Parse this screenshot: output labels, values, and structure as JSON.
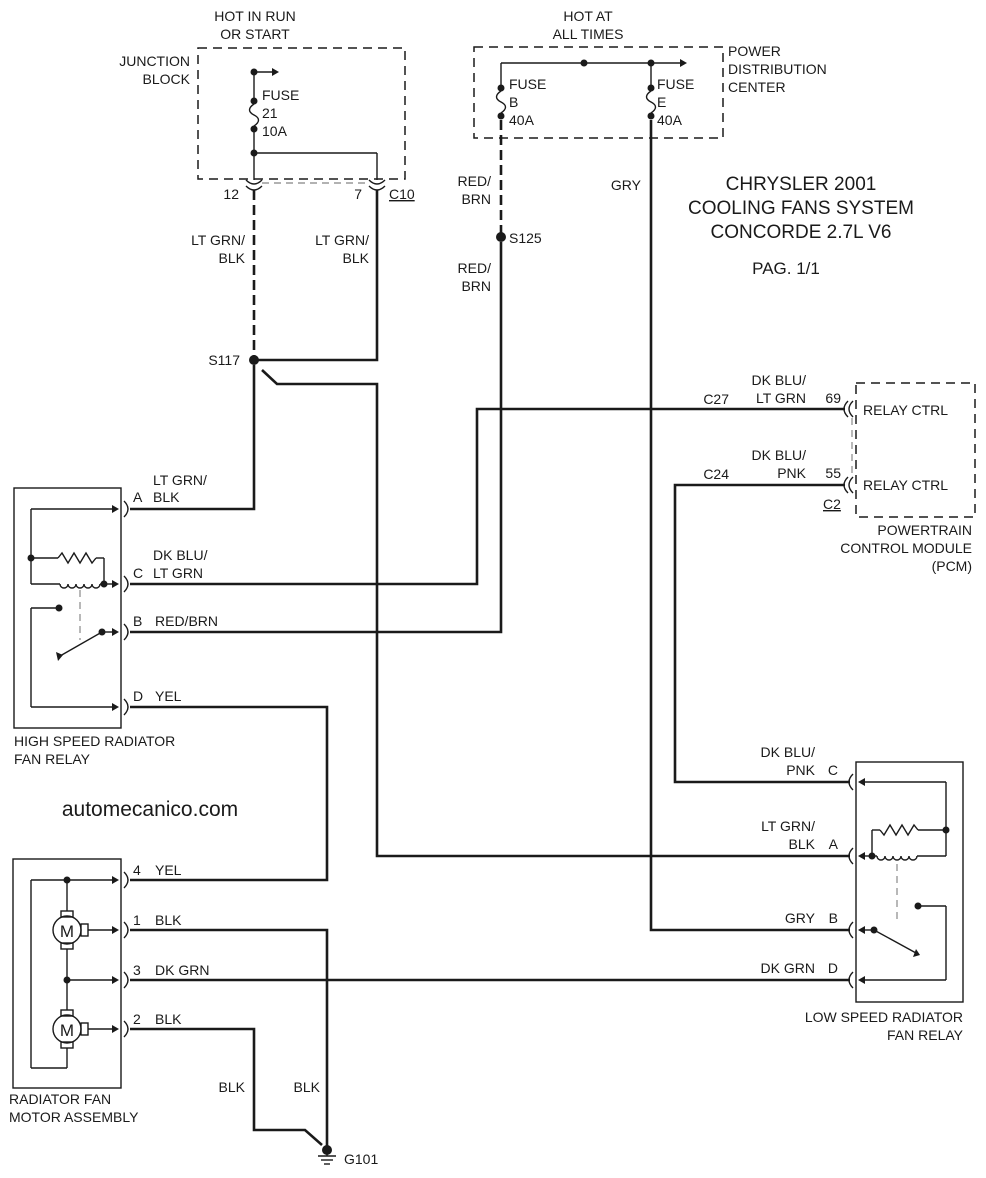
{
  "title": {
    "line1": "CHRYSLER 2001",
    "line2": "COOLING FANS SYSTEM",
    "line3": "CONCORDE 2.7L V6",
    "page": "PAG. 1/1"
  },
  "website": "automecanico.com",
  "junction_block": {
    "label_line1": "JUNCTION",
    "label_line2": "BLOCK",
    "power_line1": "HOT IN RUN",
    "power_line2": "OR START",
    "fuse_line1": "FUSE",
    "fuse_line2": "21",
    "fuse_line3": "10A",
    "pin_left": "12",
    "pin_right": "7",
    "connector": "C10"
  },
  "pdc": {
    "label_line1": "POWER",
    "label_line2": "DISTRIBUTION",
    "label_line3": "CENTER",
    "power_line1": "HOT AT",
    "power_line2": "ALL TIMES",
    "fuse_b_line1": "FUSE",
    "fuse_b_line2": "B",
    "fuse_b_line3": "40A",
    "fuse_e_line1": "FUSE",
    "fuse_e_line2": "E",
    "fuse_e_line3": "40A"
  },
  "wires": {
    "ltgrn_blk_left_1": "LT GRN/",
    "ltgrn_blk_left_2": "BLK",
    "ltgrn_blk_right_1": "LT GRN/",
    "ltgrn_blk_right_2": "BLK",
    "red_brn_upper_1": "RED/",
    "red_brn_upper_2": "BRN",
    "red_brn_lower_1": "RED/",
    "red_brn_lower_2": "BRN",
    "gry": "GRY",
    "c27_dkblu_1": "DK BLU/",
    "c27_dkblu_2": "LT GRN",
    "c24_dkblu_1": "DK BLU/",
    "c24_dkblu_2": "PNK",
    "hs_a_1": "LT GRN/",
    "hs_a_2": "BLK",
    "hs_c_1": "DK BLU/",
    "hs_c_2": "LT GRN",
    "hs_b": "RED/BRN",
    "hs_d": "YEL",
    "m4": "YEL",
    "m1": "BLK",
    "m3": "DK GRN",
    "m2": "BLK",
    "gnd_left": "BLK",
    "gnd_right": "BLK",
    "ls_c_1": "DK BLU/",
    "ls_c_2": "PNK",
    "ls_a_1": "LT GRN/",
    "ls_a_2": "BLK",
    "ls_b": "GRY",
    "ls_d": "DK GRN"
  },
  "splices": {
    "s117": "S117",
    "s125": "S125"
  },
  "ground": "G101",
  "pcm": {
    "connector_c27": "C27",
    "connector_c24": "C24",
    "pin_69": "69",
    "pin_55": "55",
    "relay_ctrl_1": "RELAY CTRL",
    "relay_ctrl_2": "RELAY CTRL",
    "connector_c2": "C2",
    "label_line1": "POWERTRAIN",
    "label_line2": "CONTROL MODULE",
    "label_line3": "(PCM)"
  },
  "high_speed_relay": {
    "label_line1": "HIGH SPEED RADIATOR",
    "label_line2": "FAN RELAY",
    "pin_a": "A",
    "pin_c": "C",
    "pin_b": "B",
    "pin_d": "D"
  },
  "low_speed_relay": {
    "label_line1": "LOW SPEED RADIATOR",
    "label_line2": "FAN RELAY",
    "pin_c": "C",
    "pin_a": "A",
    "pin_b": "B",
    "pin_d": "D"
  },
  "motor_assembly": {
    "label_line1": "RADIATOR FAN",
    "label_line2": "MOTOR ASSEMBLY",
    "pin_4": "4",
    "pin_1": "1",
    "pin_3": "3",
    "pin_2": "2",
    "motor_symbol": "M"
  }
}
